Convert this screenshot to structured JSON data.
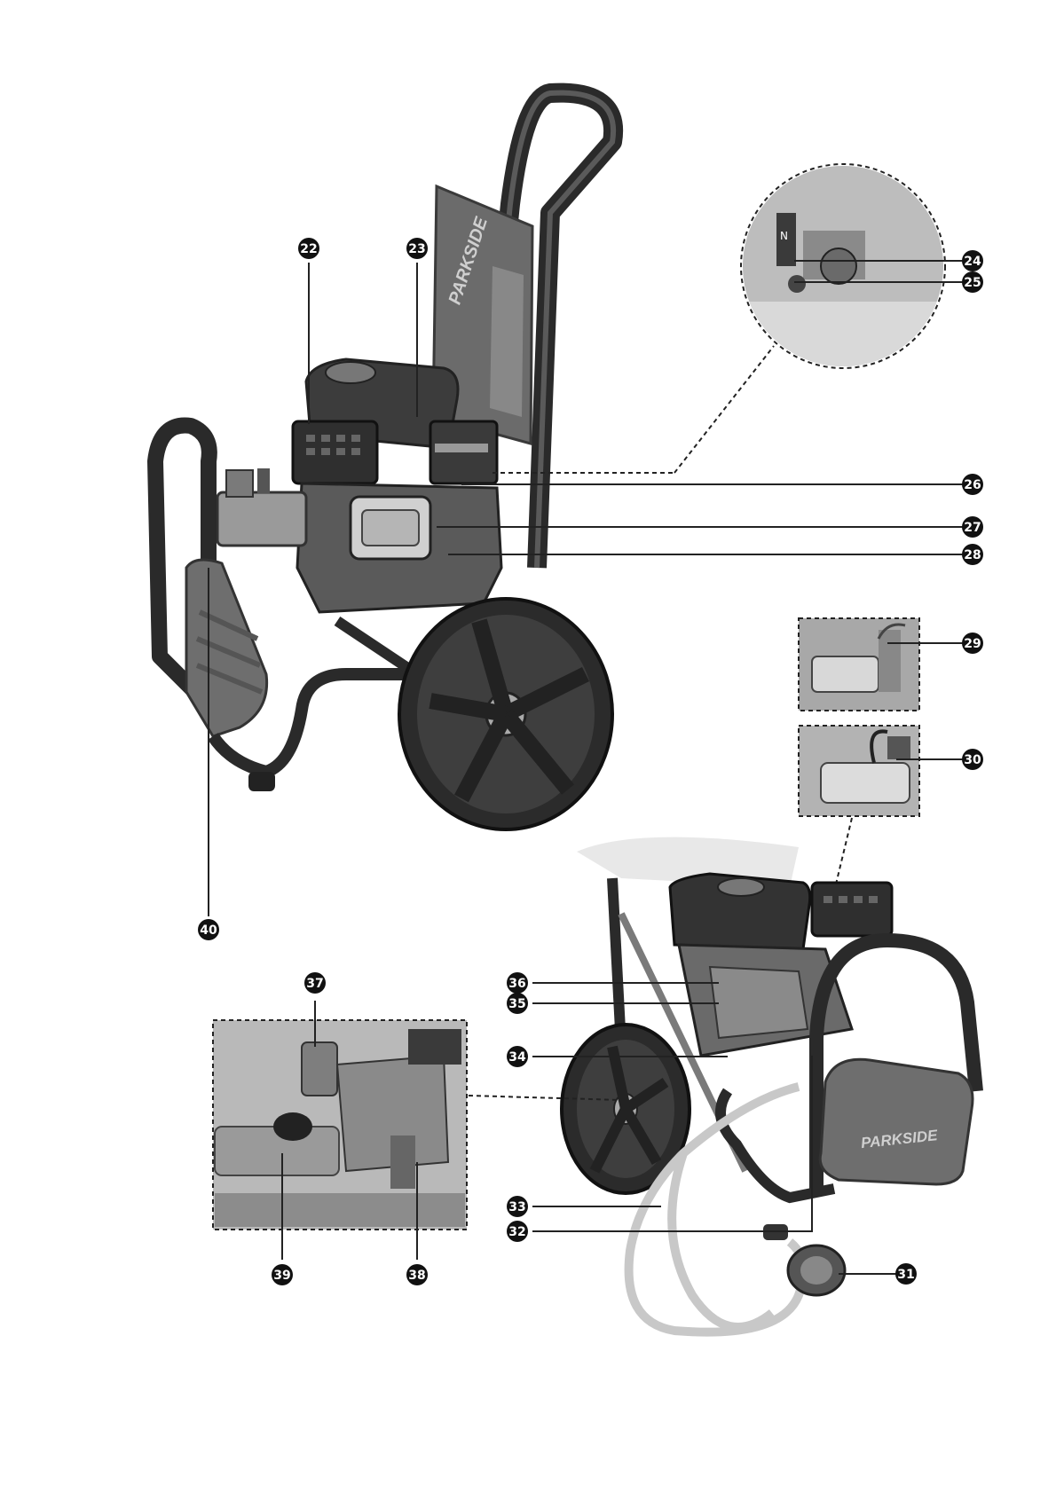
{
  "diagram": {
    "brand": "PARKSIDE",
    "callouts": [
      {
        "id": "c22",
        "label": "22"
      },
      {
        "id": "c23",
        "label": "23"
      },
      {
        "id": "c24",
        "label": "24"
      },
      {
        "id": "c25",
        "label": "25"
      },
      {
        "id": "c26",
        "label": "26"
      },
      {
        "id": "c27",
        "label": "27"
      },
      {
        "id": "c28",
        "label": "28"
      },
      {
        "id": "c29",
        "label": "29"
      },
      {
        "id": "c30",
        "label": "30"
      },
      {
        "id": "c31",
        "label": "31"
      },
      {
        "id": "c32",
        "label": "32"
      },
      {
        "id": "c33",
        "label": "33"
      },
      {
        "id": "c34",
        "label": "34"
      },
      {
        "id": "c35",
        "label": "35"
      },
      {
        "id": "c36",
        "label": "36"
      },
      {
        "id": "c37",
        "label": "37"
      },
      {
        "id": "c38",
        "label": "38"
      },
      {
        "id": "c39",
        "label": "39"
      },
      {
        "id": "c40",
        "label": "40"
      }
    ]
  }
}
